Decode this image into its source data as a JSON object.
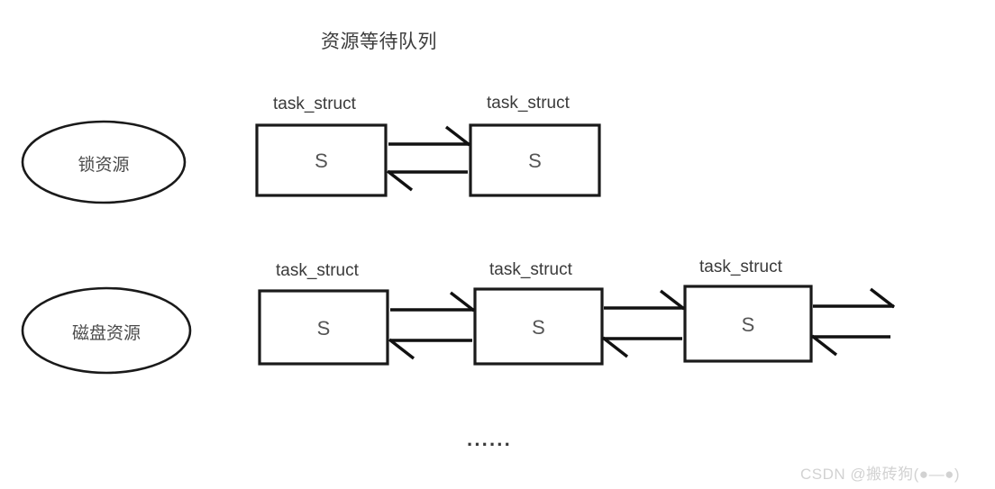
{
  "title": "资源等待队列",
  "resources": [
    {
      "name": "锁资源",
      "icon": "ellipse-shape"
    },
    {
      "name": "磁盘资源",
      "icon": "ellipse-shape"
    }
  ],
  "node_caption": "task_struct",
  "node_state": "S",
  "queues": [
    {
      "resource": "锁资源",
      "nodes": [
        {
          "caption": "task_struct",
          "state": "S"
        },
        {
          "caption": "task_struct",
          "state": "S"
        }
      ],
      "trailing_continuation": false
    },
    {
      "resource": "磁盘资源",
      "nodes": [
        {
          "caption": "task_struct",
          "state": "S"
        },
        {
          "caption": "task_struct",
          "state": "S"
        },
        {
          "caption": "task_struct",
          "state": "S"
        }
      ],
      "trailing_continuation": true
    }
  ],
  "ellipsis": "······",
  "watermark": "CSDN @搬砖狗(●—●)",
  "colors": {
    "stroke": "#1a1a1a",
    "text": "#3a3a3a",
    "watermark": "#d2d2d2",
    "background": "#ffffff"
  }
}
